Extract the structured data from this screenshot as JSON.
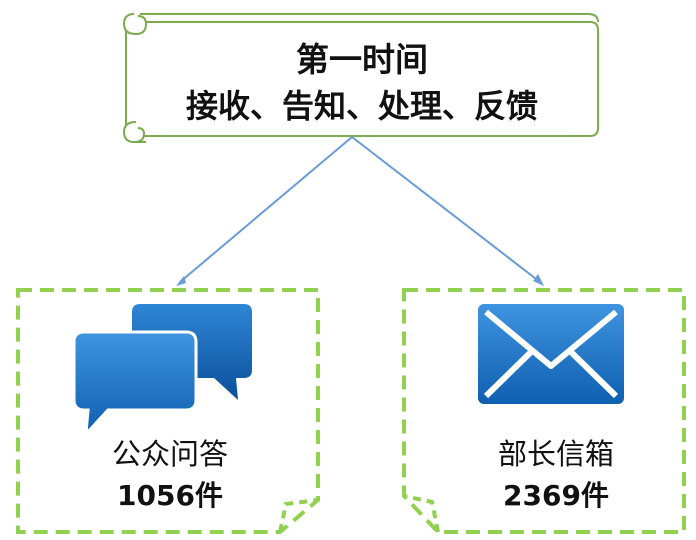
{
  "banner": {
    "title": "第一时间",
    "subtitle": "接收、告知、处理、反馈"
  },
  "cards": [
    {
      "name": "公众问答",
      "count": "1056件",
      "icon": "chat-bubbles-icon"
    },
    {
      "name": "部长信箱",
      "count": "2369件",
      "icon": "envelope-icon"
    }
  ],
  "colors": {
    "banner_border": "#7daa4f",
    "banner_fill": "#ffffff",
    "card_border": "#92d050",
    "connector": "#6a9bd6",
    "icon_blue": "#1a6fc0",
    "icon_blue_light": "#4a9be0",
    "text": "#111111"
  }
}
